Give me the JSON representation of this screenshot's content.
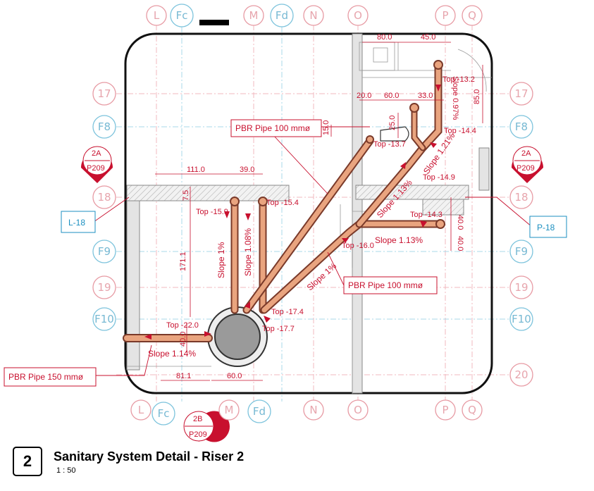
{
  "drawing": {
    "number": "2",
    "title": "Sanitary System Detail - Riser 2",
    "scale": "1 : 50"
  },
  "grid": {
    "top": [
      "L",
      "Fc",
      "M",
      "Fd",
      "N",
      "O",
      "P",
      "Q"
    ],
    "bottom": [
      "L",
      "Fc",
      "M",
      "Fd",
      "N",
      "O",
      "P",
      "Q"
    ],
    "left": [
      "17",
      "F8",
      "18",
      "F9",
      "19",
      "F10"
    ],
    "right": [
      "17",
      "F8",
      "18",
      "F9",
      "19",
      "F10",
      "20"
    ]
  },
  "section_marks": [
    {
      "id": "2A",
      "sheet": "P209"
    },
    {
      "id": "2A",
      "sheet": "P209"
    },
    {
      "id": "2B",
      "sheet": "P209"
    }
  ],
  "callouts": {
    "left": "L-18",
    "right": "P-18",
    "pipe_100_top": "PBR Pipe 100 mmø",
    "pipe_100_mid": "PBR Pipe 100 mmø",
    "pipe_150": "PBR Pipe 150 mmø"
  },
  "levels": [
    "Top -13.2",
    "Top -13.7",
    "Top -14.4",
    "Top -14.9",
    "Top -14.3",
    "Top -15.4",
    "Top -15.9",
    "Top -16.0",
    "Top -17.4",
    "Top -17.7",
    "Top -22.0"
  ],
  "slopes": [
    "Slope 1%",
    "Slope 1.08%",
    "Slope 1%",
    "Slope 1.13%",
    "Slope 1.21%",
    "Slope 1.13%",
    "Slope 0.97%",
    "Slope 1.14%"
  ],
  "dimensions": [
    "80.0",
    "45.0",
    "85.0",
    "20.0",
    "60.0",
    "33.0",
    "25.0",
    "15.0",
    "111.0",
    "39.0",
    "7.5",
    "171.1",
    "40.0",
    "40.0",
    "40.0",
    "81.1",
    "60.0"
  ]
}
